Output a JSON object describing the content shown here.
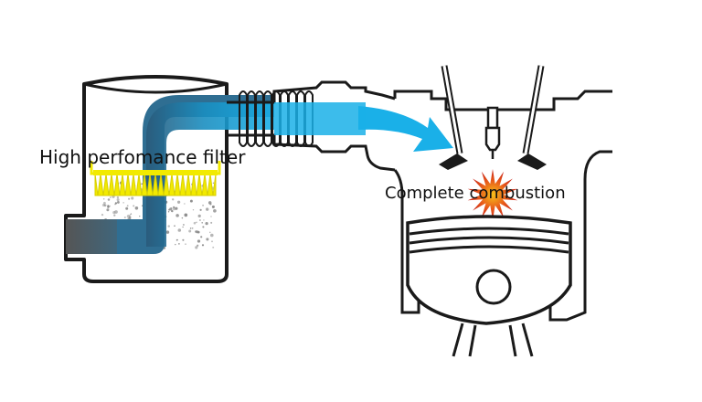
{
  "labels": {
    "filter": "High perfomance filter",
    "combustion": "Complete combustion"
  },
  "colors": {
    "outline": "#1a1a1a",
    "airflow_dark": "#2a5a7a",
    "airflow_light": "#1ab0e8",
    "intake_gray": "#666666",
    "filter_yellow": "#f2ea00",
    "spark_orange": "#e85a1a",
    "spark_red": "#c8241a",
    "spark_yellow": "#f7c11a",
    "dust": "#8a8a8a"
  },
  "icons": [
    "air-filter-housing",
    "intake-pipe",
    "engine-cylinder",
    "intake-valve",
    "exhaust-valve",
    "spark-plug",
    "piston",
    "combustion-spark"
  ]
}
